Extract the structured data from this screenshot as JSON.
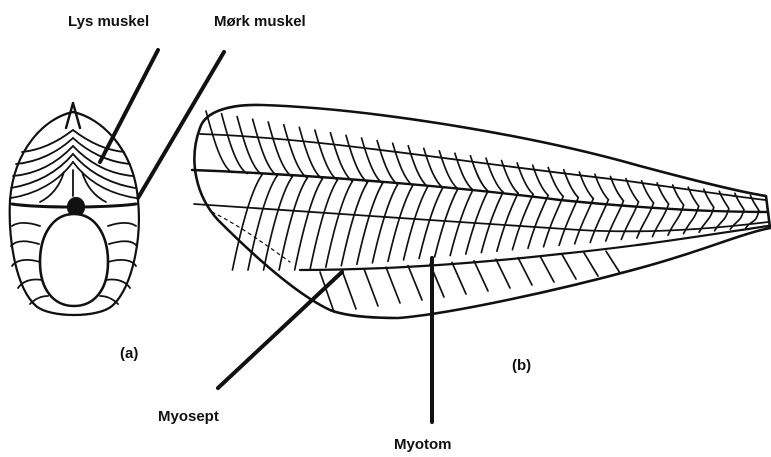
{
  "labels": {
    "light_muscle": "Lys muskel",
    "dark_muscle": "Mørk muskel",
    "panel_a": "(a)",
    "panel_b": "(b)",
    "myoseptum": "Myosept",
    "myotome": "Myotom"
  },
  "colors": {
    "ink": "#111111",
    "background": "#ffffff"
  }
}
